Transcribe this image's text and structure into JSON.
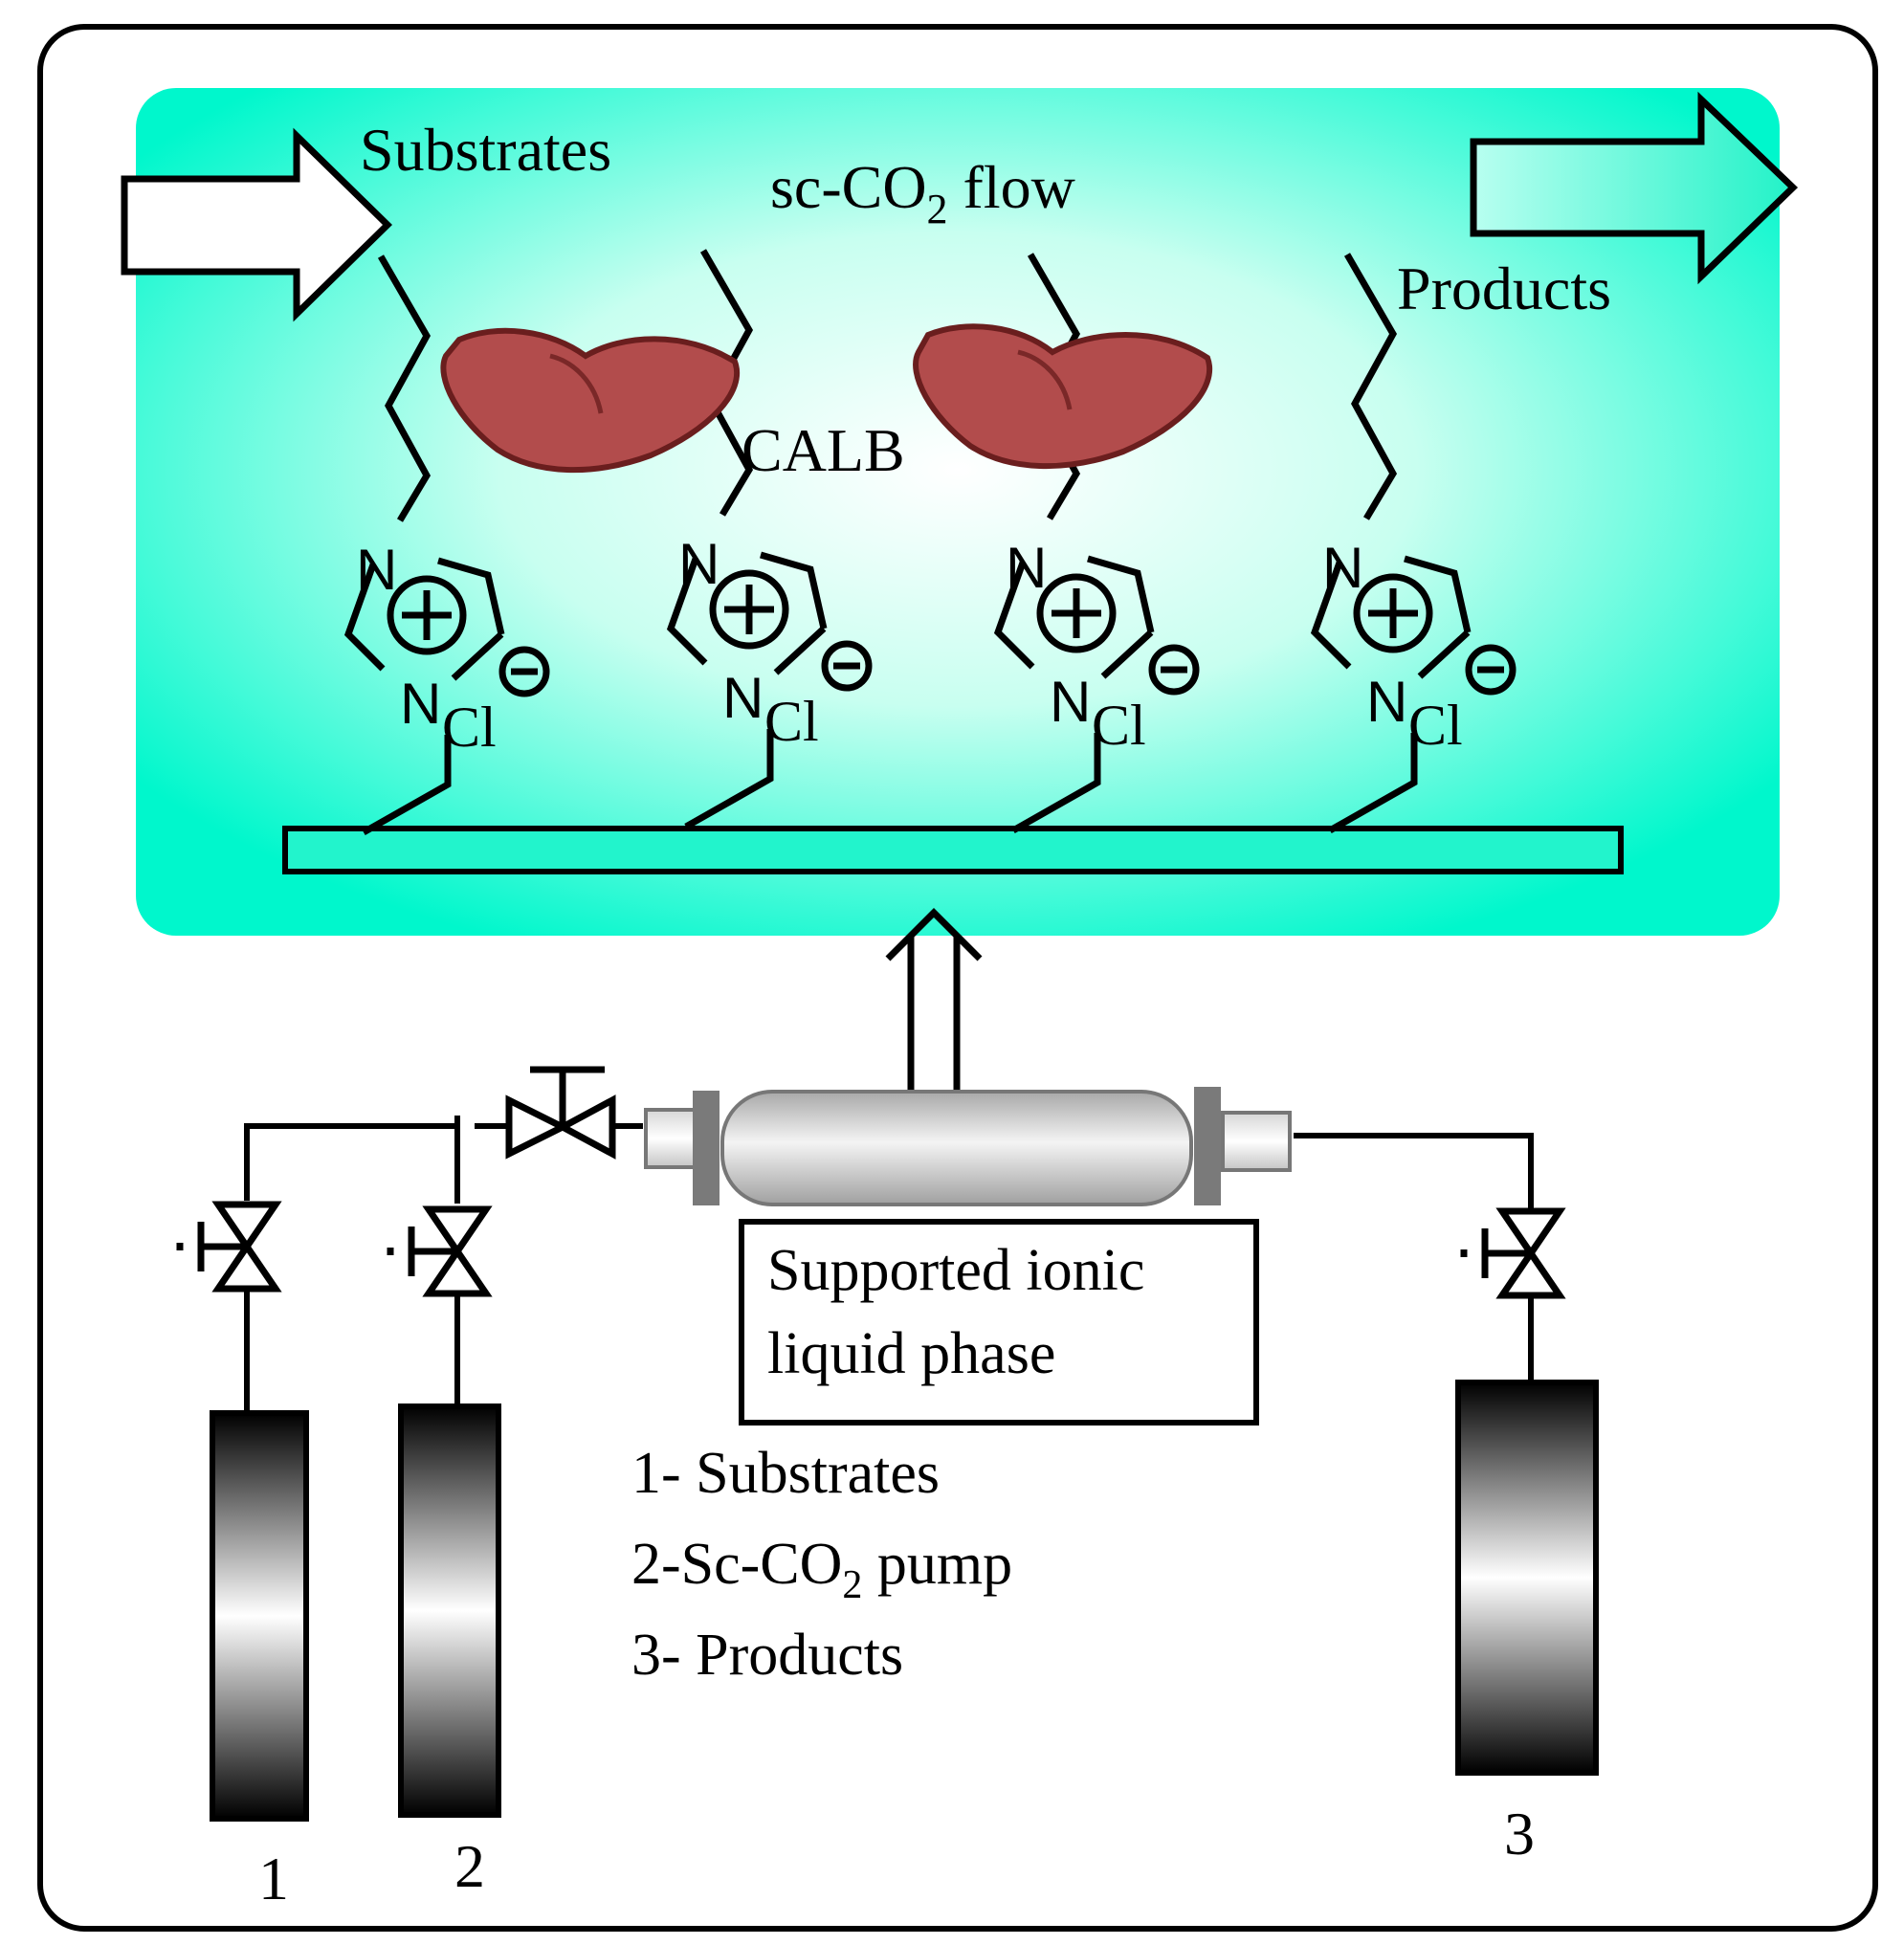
{
  "colors": {
    "panel_fill": "#00ffcc",
    "panel_center": "#ffffff",
    "enzyme_fill": "#b24c4c",
    "enzyme_stroke": "#6a1e1e",
    "stroke": "#000000"
  },
  "top_panel": {
    "inlet_label": "Substrates",
    "flow_label_prefix": "sc-CO",
    "flow_label_sub": "2",
    "flow_label_suffix": " flow",
    "outlet_label": "Products",
    "enzyme_label": "CALB"
  },
  "ionic_liquid": {
    "nitrogen": "N",
    "counter_ion": "Cl",
    "charge_plus": "+",
    "charge_minus": "−",
    "count": 4
  },
  "reactor": {
    "label_line1": "Supported ionic",
    "label_line2": "liquid phase"
  },
  "cylinders": [
    {
      "number": "1"
    },
    {
      "number": "2"
    },
    {
      "number": "3"
    }
  ],
  "legend": {
    "item1": "1- Substrates",
    "item2_prefix": "2-Sc-CO",
    "item2_sub": "2",
    "item2_suffix": " pump",
    "item3": "3- Products"
  }
}
